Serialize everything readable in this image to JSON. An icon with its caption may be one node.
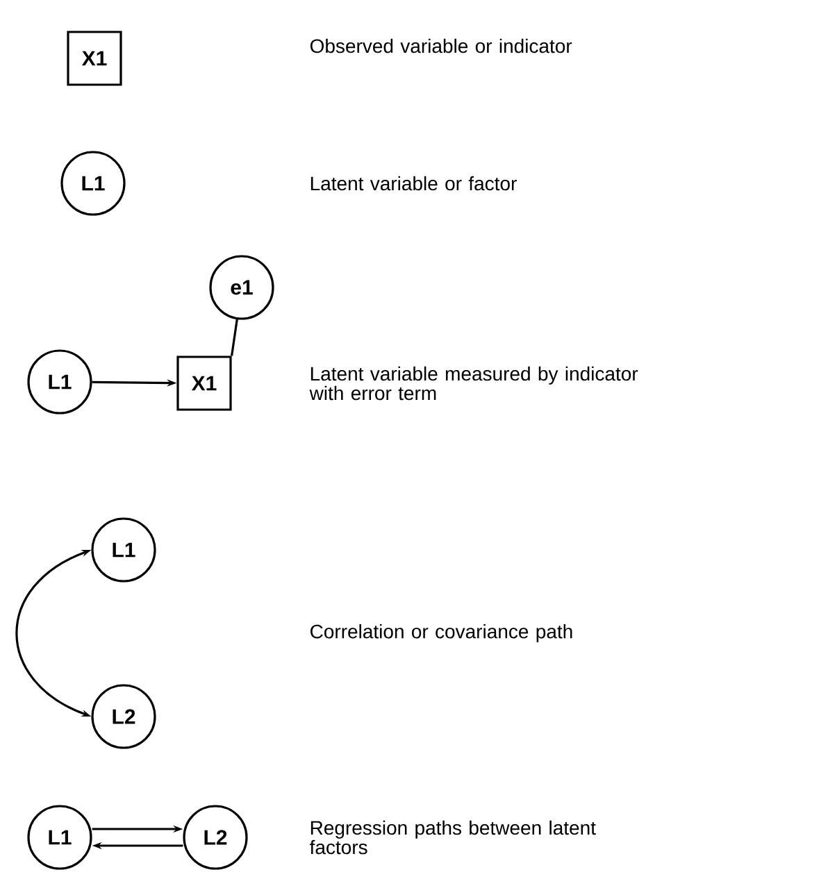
{
  "diagram": {
    "nodes": [
      {
        "text": [
          "X1"
        ]
      },
      {
        "text": [
          "L1"
        ]
      },
      {
        "text": [
          "e1"
        ]
      },
      {
        "text": [
          "L1"
        ]
      },
      {
        "text": [
          "X1"
        ]
      },
      {
        "text": [
          "L1"
        ]
      },
      {
        "text": [
          "L2"
        ]
      },
      {
        "text": [
          "L1"
        ]
      },
      {
        "text": [
          "L2"
        ]
      }
    ],
    "edges": [
      {
        "from": 3,
        "to": 4,
        "arrow": "to"
      },
      {
        "from": 2,
        "to": 4,
        "arrow": "none"
      },
      {
        "from": 5,
        "to": 6,
        "arrow": "both"
      },
      {
        "from": 7,
        "to": 8,
        "arrow": "to"
      },
      {
        "from": 8,
        "to": 7,
        "arrow": "to"
      }
    ],
    "labels": [
      "Observed variable or indicator",
      "Latent variable or factor",
      "Latent variable measured by indicator with error term",
      "Correlation or covariance path",
      "Regression paths between latent factors"
    ]
  }
}
